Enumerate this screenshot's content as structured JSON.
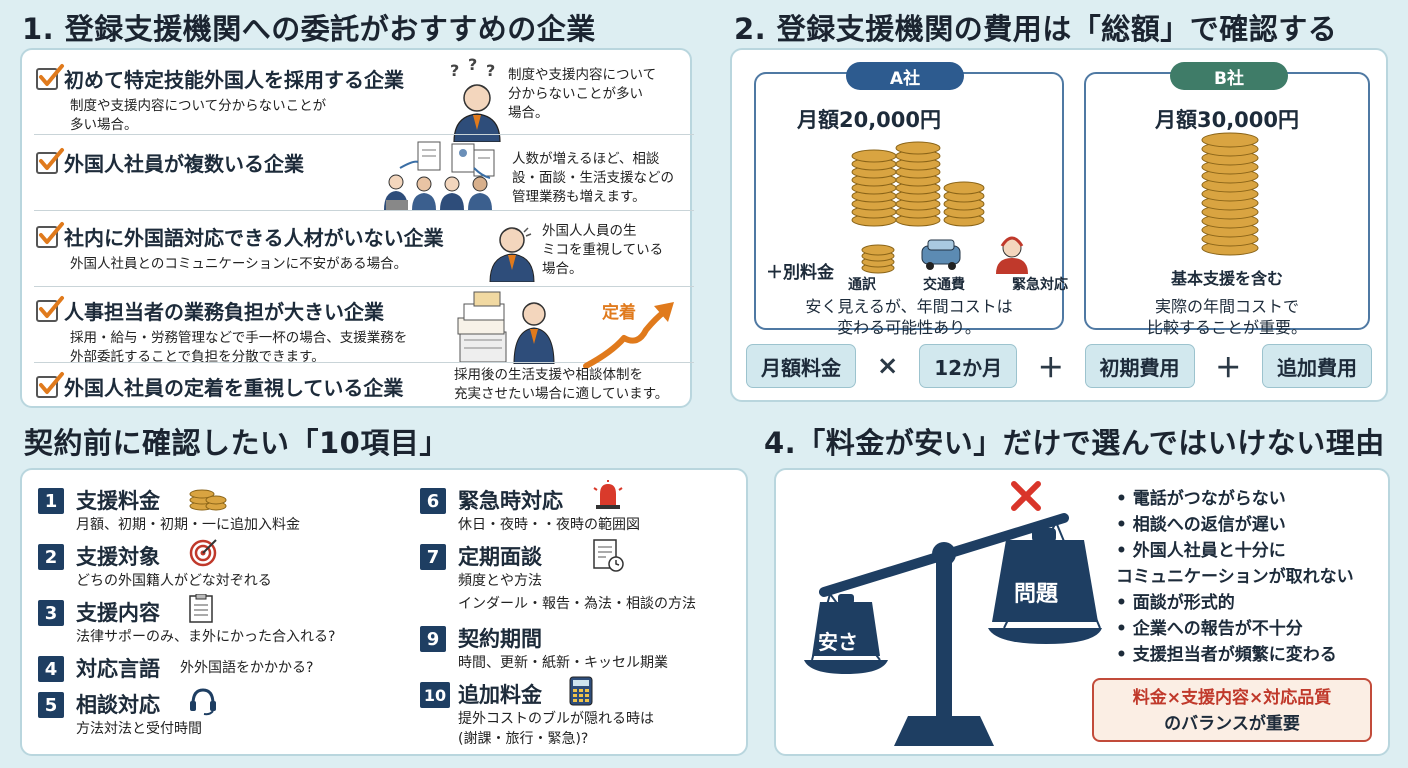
{
  "colors": {
    "background": "#ddeef2",
    "navy": "#1e3e62",
    "company_a": "#2d5b8f",
    "company_b": "#3f7c68",
    "accent_red": "#c0392b",
    "coin": "#d9a441"
  },
  "section1": {
    "title": "1. 登録支援機関への委託がおすすめの企業",
    "items": [
      {
        "title": "初めて特定技能外国人を採用する企業",
        "desc1": "制度や支援内容について分からないことが",
        "desc2": "多い場合。",
        "note1": "制度や支援内容について",
        "note2": "分からないことが多い",
        "note3": "場合。",
        "icon": "confused-person-icon"
      },
      {
        "title": "外国人社員が複数いる企業",
        "note1": "人数が増えるほど、相談",
        "note2": "設・面談・生活支援などの",
        "note3": "管理業務も増えます。",
        "icon": "team-documents-icon"
      },
      {
        "title": "社内に外国語対応できる人材がいない企業",
        "desc1": "外国人社員とのコミュニケーションに不安がある場合。",
        "note1": "外国人人員の生",
        "note2": "ミコを重視している",
        "note3": "場合。",
        "icon": "worried-person-icon"
      },
      {
        "title": "人事担当者の業務負担が大きい企業",
        "desc1": "採用・給与・労務管理などで手一杯の場合、支援業務を",
        "desc2": "外部委託することで負担を分散できます。",
        "icon": "paperwork-pile-icon"
      },
      {
        "title": "外国人社員の定着を重視している企業",
        "note1": "採用後の生活支援や相談体制を",
        "note2": "充実させたい場合に適しています。",
        "arrow_label": "定着",
        "icon": "growth-arrow-icon"
      }
    ]
  },
  "section2": {
    "title": "2. 登録支援機関の費用は「総額」で確認する",
    "company_a": {
      "name": "A社",
      "price": "月額20,000円",
      "extra_label": "＋別料金",
      "extras": [
        "通訳",
        "交通費",
        "緊急対応"
      ],
      "note1": "安く見えるが、年間コストは",
      "note2": "変わる可能性あり。"
    },
    "company_b": {
      "name": "B社",
      "price": "月額30,000円",
      "included": "基本支援を含む",
      "note1": "実際の年間コストで",
      "note2": "比較することが重要。"
    },
    "formula": {
      "term1": "月額料金",
      "op1": "×",
      "term2": "12か月",
      "op2": "＋",
      "term3": "初期費用",
      "op3": "＋",
      "term4": "追加費用"
    }
  },
  "section3": {
    "title": "契約前に確認したい「10項目」",
    "items": [
      {
        "num": "1",
        "title": "支援料金",
        "desc": "月額、初期・初期・一に追加入料金",
        "icon": "coins-icon"
      },
      {
        "num": "2",
        "title": "支援対象",
        "desc": "どちの外国籍人がどな対ぞれる",
        "icon": "target-icon"
      },
      {
        "num": "3",
        "title": "支援内容",
        "desc": "法律サポーのみ、ま外にかった合入れる?",
        "icon": "checklist-icon"
      },
      {
        "num": "4",
        "title": "対応言語",
        "desc": "外外国語をかかかる?",
        "icon": ""
      },
      {
        "num": "5",
        "title": "相談対応",
        "desc": "方法対法と受付時間",
        "icon": "headset-icon"
      },
      {
        "num": "6",
        "title": "緊急時対応",
        "desc": "休日・夜時・・夜時の範囲図",
        "icon": "siren-icon"
      },
      {
        "num": "7",
        "title": "定期面談",
        "desc1": "頻度とや方法",
        "desc2": "インダール・報告・為法・相談の方法",
        "icon": "report-clock-icon"
      },
      {
        "num": "9",
        "title": "契約期間",
        "desc": "時間、更新・紙新・キッセル期業",
        "icon": ""
      },
      {
        "num": "10",
        "title": "追加料金",
        "desc1": "提外コストのブルが隠れる時は",
        "desc2": "(謝課・旅行・緊急)?",
        "icon": "calculator-icon"
      }
    ]
  },
  "section4": {
    "title": "4.「料金が安い」だけで選んではいけない理由",
    "scale_left": "安さ",
    "scale_right": "問題",
    "bullets": [
      "電話がつながらない",
      "相談への返信が遅い",
      "外国人社員と十分に",
      "コミュニケーションが取れない",
      "面談が形式的",
      "企業への報告が不十分",
      "支援担当者が頻繁に変わる"
    ],
    "balance_line1": "料金×支援内容×対応品質",
    "balance_line2": "のバランスが重要"
  }
}
